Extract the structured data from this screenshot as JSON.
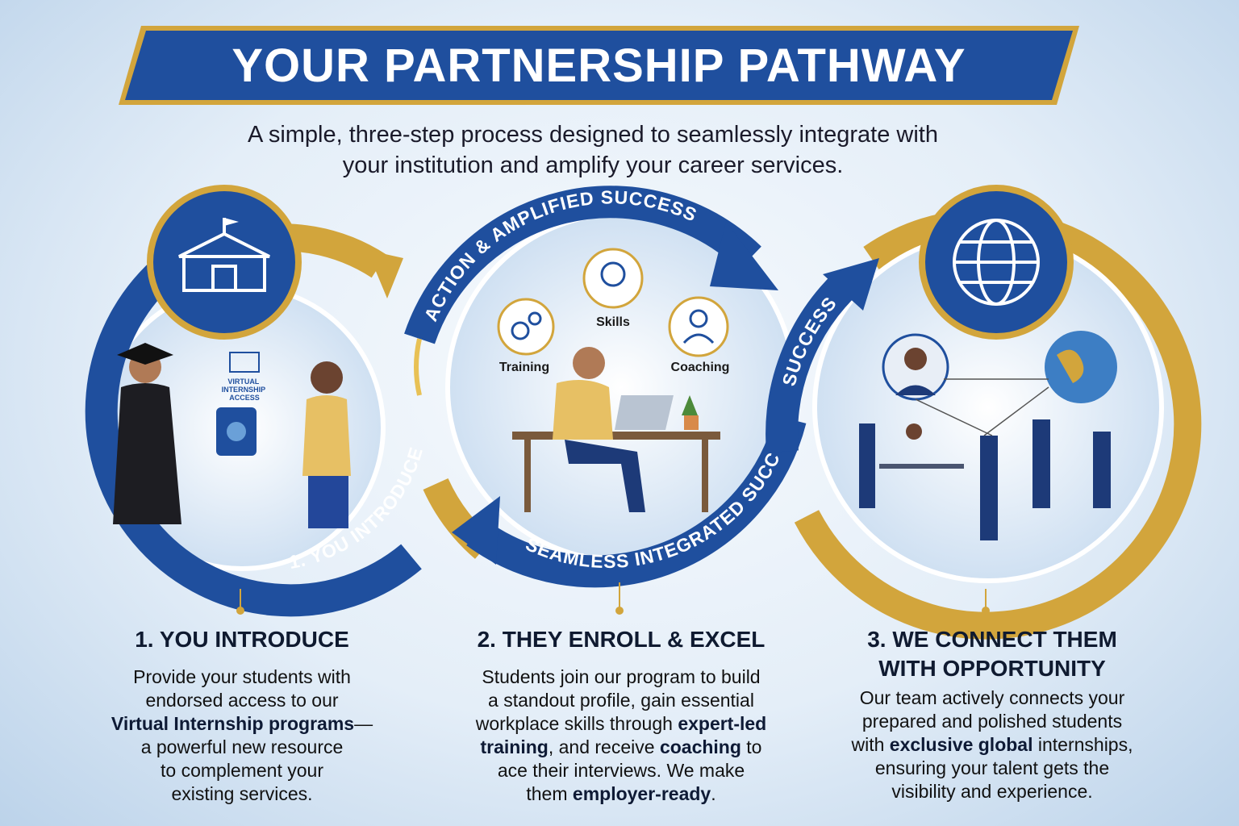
{
  "header": {
    "title": "YOUR PARTNERSHIP PATHWAY",
    "subtitle_line1": "A simple, three-step process designed to seamlessly integrate with",
    "subtitle_line2": "your institution and amplify your career services."
  },
  "diagram": {
    "arc_top": "ACTION & AMPLIFIED SUCCESS",
    "arc_left": "1. YOU INTRODUCE",
    "arc_bottom": "SEAMLESS INTEGRATED SUCCESS",
    "arc_right": "SUCCESS",
    "tablet_caption": [
      "VIRTUAL",
      "INTERNSHIP",
      "ACCESS"
    ],
    "skill_labels": {
      "training": "Training",
      "skills": "Skills",
      "coaching": "Coaching"
    },
    "colors": {
      "blue": "#1f4f9e",
      "gold": "#d2a53c",
      "dark_blue": "#173d7e"
    }
  },
  "steps": [
    {
      "title_lines": [
        "1. YOU INTRODUCE"
      ],
      "lines": [
        [
          {
            "t": "Provide your students with"
          }
        ],
        [
          {
            "t": "endorsed access to our"
          }
        ],
        [
          {
            "t": "Virtual Internship programs",
            "b": true
          },
          {
            "t": "—"
          }
        ],
        [
          {
            "t": "a powerful new resource"
          }
        ],
        [
          {
            "t": "to complement your"
          }
        ],
        [
          {
            "t": "existing services."
          }
        ]
      ]
    },
    {
      "title_lines": [
        "2. THEY ENROLL & EXCEL"
      ],
      "lines": [
        [
          {
            "t": "Students join our program to build"
          }
        ],
        [
          {
            "t": "a standout profile, gain essential"
          }
        ],
        [
          {
            "t": "workplace skills through "
          },
          {
            "t": "expert-led",
            "b": true
          }
        ],
        [
          {
            "t": "training",
            "b": true
          },
          {
            "t": ", and receive "
          },
          {
            "t": "coaching",
            "b": true
          },
          {
            "t": " to"
          }
        ],
        [
          {
            "t": "ace their interviews. We make"
          }
        ],
        [
          {
            "t": "them "
          },
          {
            "t": "employer-ready",
            "b": true
          },
          {
            "t": "."
          }
        ]
      ]
    },
    {
      "title_lines": [
        "3. WE CONNECT THEM",
        "WITH OPPORTUNITY"
      ],
      "lines": [
        [
          {
            "t": "Our team actively connects your"
          }
        ],
        [
          {
            "t": "prepared and polished students"
          }
        ],
        [
          {
            "t": "with "
          },
          {
            "t": "exclusive global",
            "b": true
          },
          {
            "t": " internships,"
          }
        ],
        [
          {
            "t": "ensuring your talent gets the"
          }
        ],
        [
          {
            "t": "visibility and experience."
          }
        ]
      ]
    }
  ]
}
